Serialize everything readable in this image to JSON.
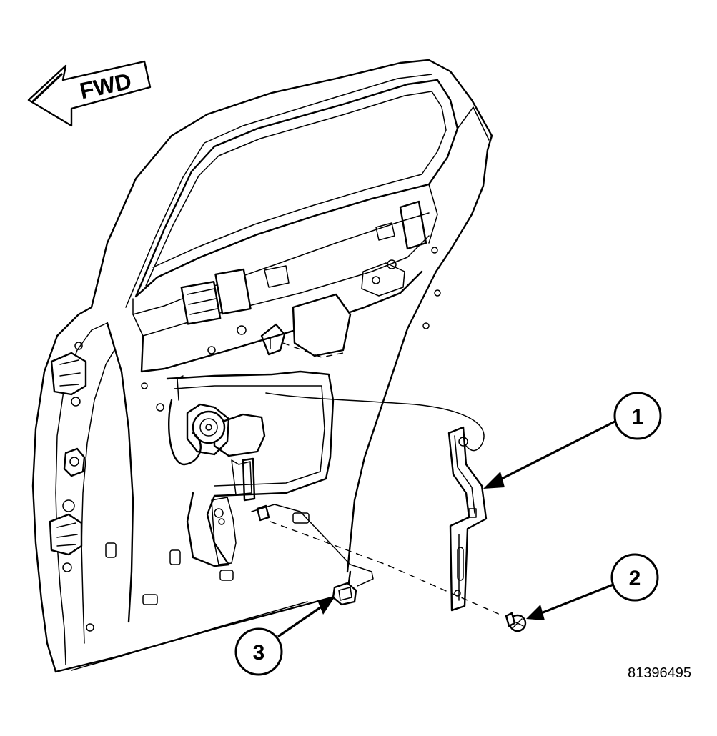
{
  "direction_indicator": {
    "label": "FWD"
  },
  "callouts": [
    {
      "number": "1"
    },
    {
      "number": "2"
    },
    {
      "number": "3"
    }
  ],
  "figure_reference": "81396495"
}
